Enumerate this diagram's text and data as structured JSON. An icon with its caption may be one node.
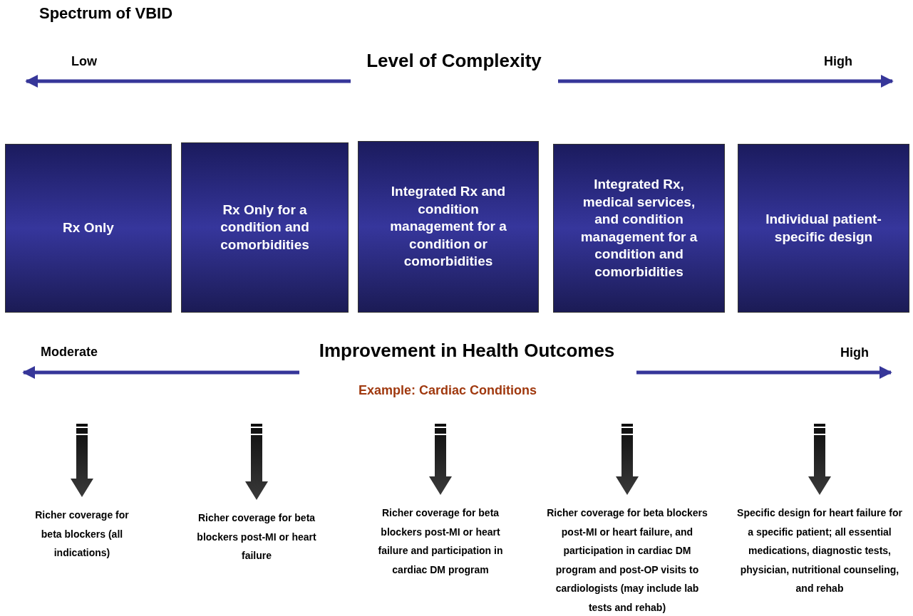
{
  "diagram": {
    "title": "Spectrum of VBID",
    "nodes": [
      {
        "text": [
          "Rx Only"
        ]
      },
      {
        "text": [
          "Rx Only for a condition and comorbidities"
        ]
      },
      {
        "text": [
          "Integrated Rx and condition management for a condition or comorbidities"
        ]
      },
      {
        "text": [
          "Integrated Rx, medical services, and condition management for a condition and comorbidities"
        ]
      },
      {
        "text": [
          "Individual patient-specific design"
        ]
      },
      {
        "text": [
          "Richer coverage for beta blockers (all indications)"
        ]
      },
      {
        "text": [
          "Richer coverage for beta blockers post-MI or heart failure"
        ]
      },
      {
        "text": [
          "Richer coverage for beta blockers post-MI or heart failure and participation in cardiac DM program"
        ]
      },
      {
        "text": [
          "Richer coverage for beta blockers post-MI or heart failure, and participation in cardiac DM program and post-OP visits to cardiologists (may include lab tests and rehab)"
        ]
      },
      {
        "text": [
          "Specific design for heart failure for a specific patient; all essential medications, diagnostic tests, physician, nutritional counseling, and rehab"
        ]
      }
    ],
    "edges": [
      {
        "from": null,
        "to": 5,
        "arrow": "to"
      },
      {
        "from": null,
        "to": 6,
        "arrow": "to"
      },
      {
        "from": null,
        "to": 7,
        "arrow": "to"
      },
      {
        "from": null,
        "to": 8,
        "arrow": "to"
      },
      {
        "from": null,
        "to": 9,
        "arrow": "to"
      }
    ],
    "labels": [
      "Low",
      "Level of Complexity",
      "High",
      "Moderate",
      "Improvement in Health Outcomes",
      "High",
      "Example: Cardiac Conditions"
    ]
  }
}
